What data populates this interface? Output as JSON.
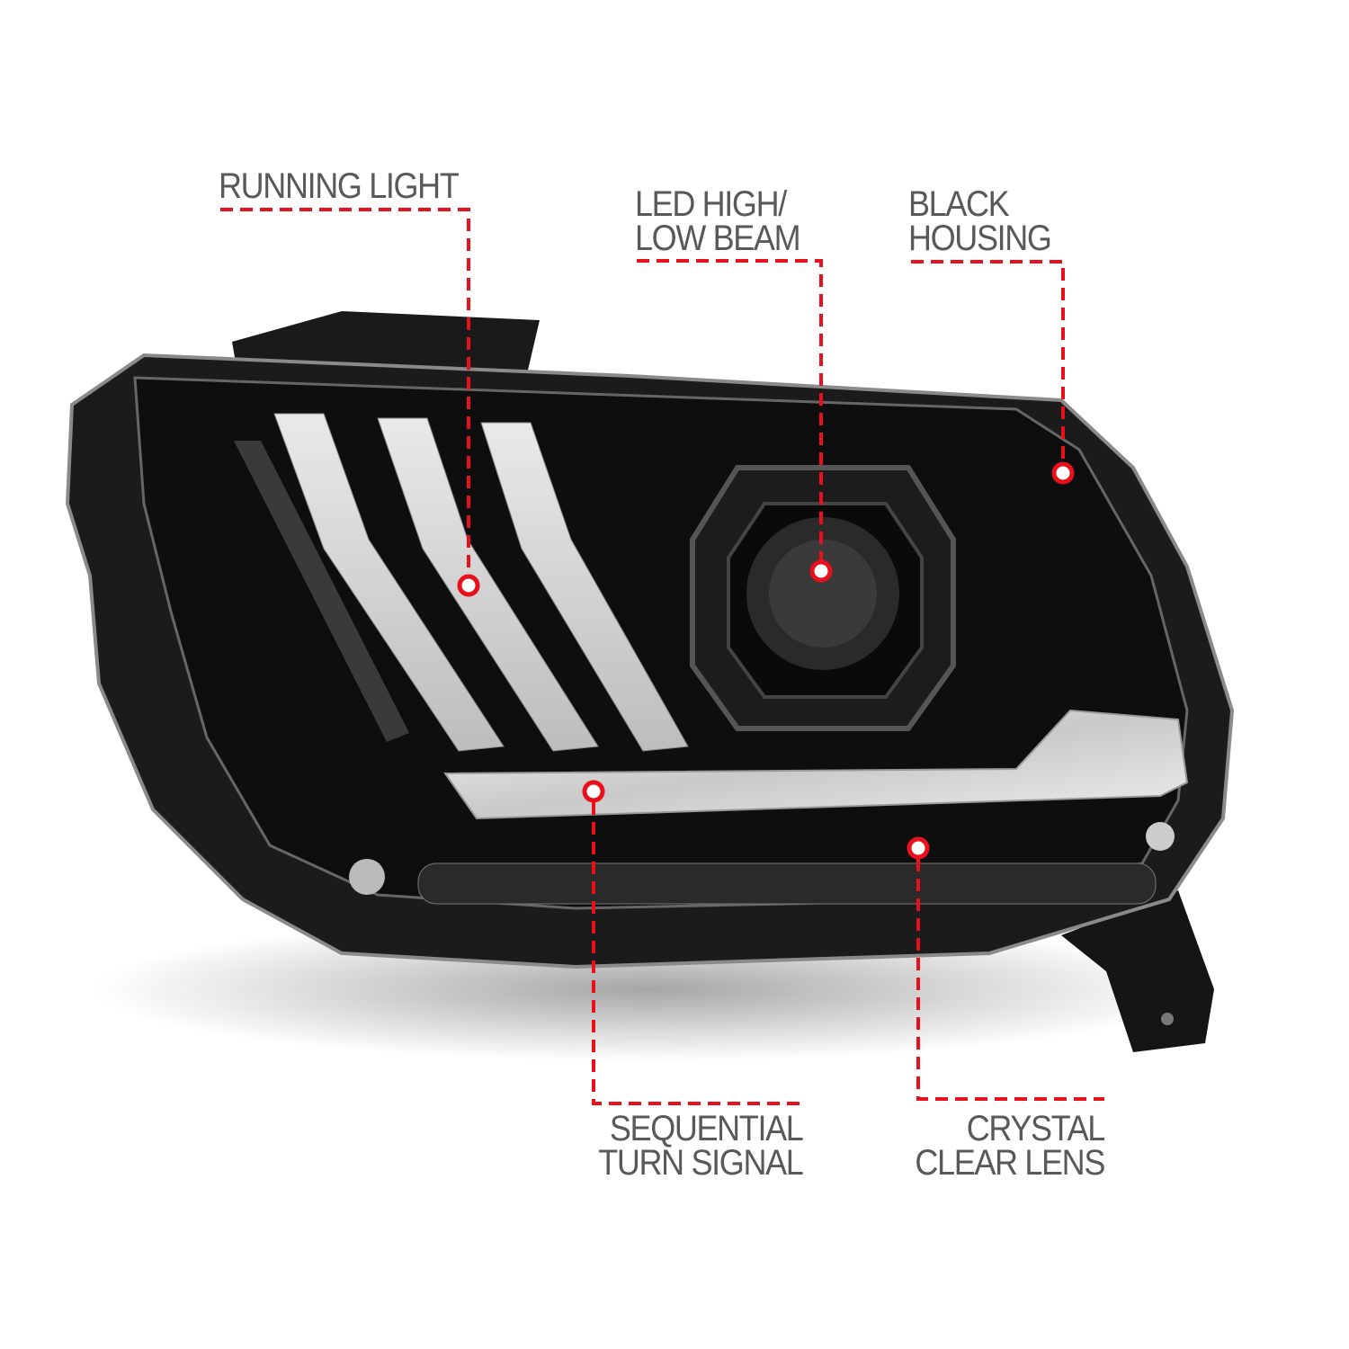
{
  "callouts": {
    "running_light": {
      "lines": [
        "RUNNING LIGHT"
      ]
    },
    "beam": {
      "lines": [
        "LED HIGH/",
        "LOW BEAM"
      ]
    },
    "housing": {
      "lines": [
        "BLACK",
        "HOUSING"
      ]
    },
    "turn_signal": {
      "lines": [
        "SEQUENTIAL",
        "TURN SIGNAL"
      ]
    },
    "lens": {
      "lines": [
        "CRYSTAL",
        "CLEAR LENS"
      ]
    }
  },
  "colors": {
    "accent": "#e8101a",
    "label_text": "#58595b",
    "housing": "#111111"
  }
}
